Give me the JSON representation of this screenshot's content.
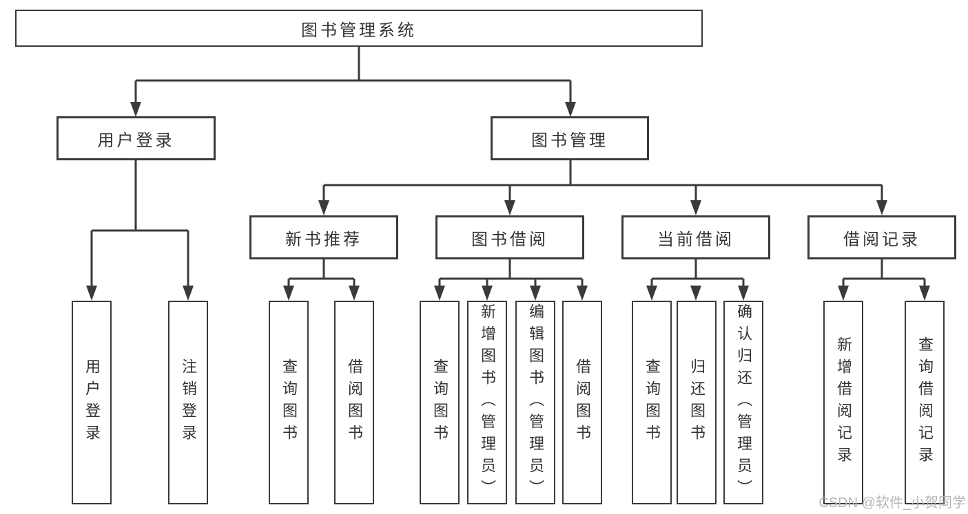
{
  "diagram": {
    "type": "hierarchy-tree",
    "root": "图书管理系统",
    "level2": {
      "user_login": "用户登录",
      "book_mgmt": "图书管理"
    },
    "level3": {
      "new_books": "新书推荐",
      "book_borrow": "图书借阅",
      "current_borrow": "当前借阅",
      "borrow_records": "借阅记录"
    },
    "leaves": {
      "user_login": [
        "用户登录",
        "注销登录"
      ],
      "new_books": [
        "查询图书",
        "借阅图书"
      ],
      "book_borrow": [
        "查询图书",
        "新增图书（管理员）",
        "编辑图书（管理员）",
        "借阅图书"
      ],
      "current_borrow": [
        "查询图书",
        "归还图书",
        "确认归还（管理员）"
      ],
      "borrow_records": [
        "新增借阅记录",
        "查询借阅记录"
      ]
    },
    "colors": {
      "line": "#3a3a3a",
      "text": "#333333",
      "background": "#ffffff",
      "watermark": "#b3b6ba"
    }
  },
  "watermark": "CSDN @软件_小贺同学"
}
